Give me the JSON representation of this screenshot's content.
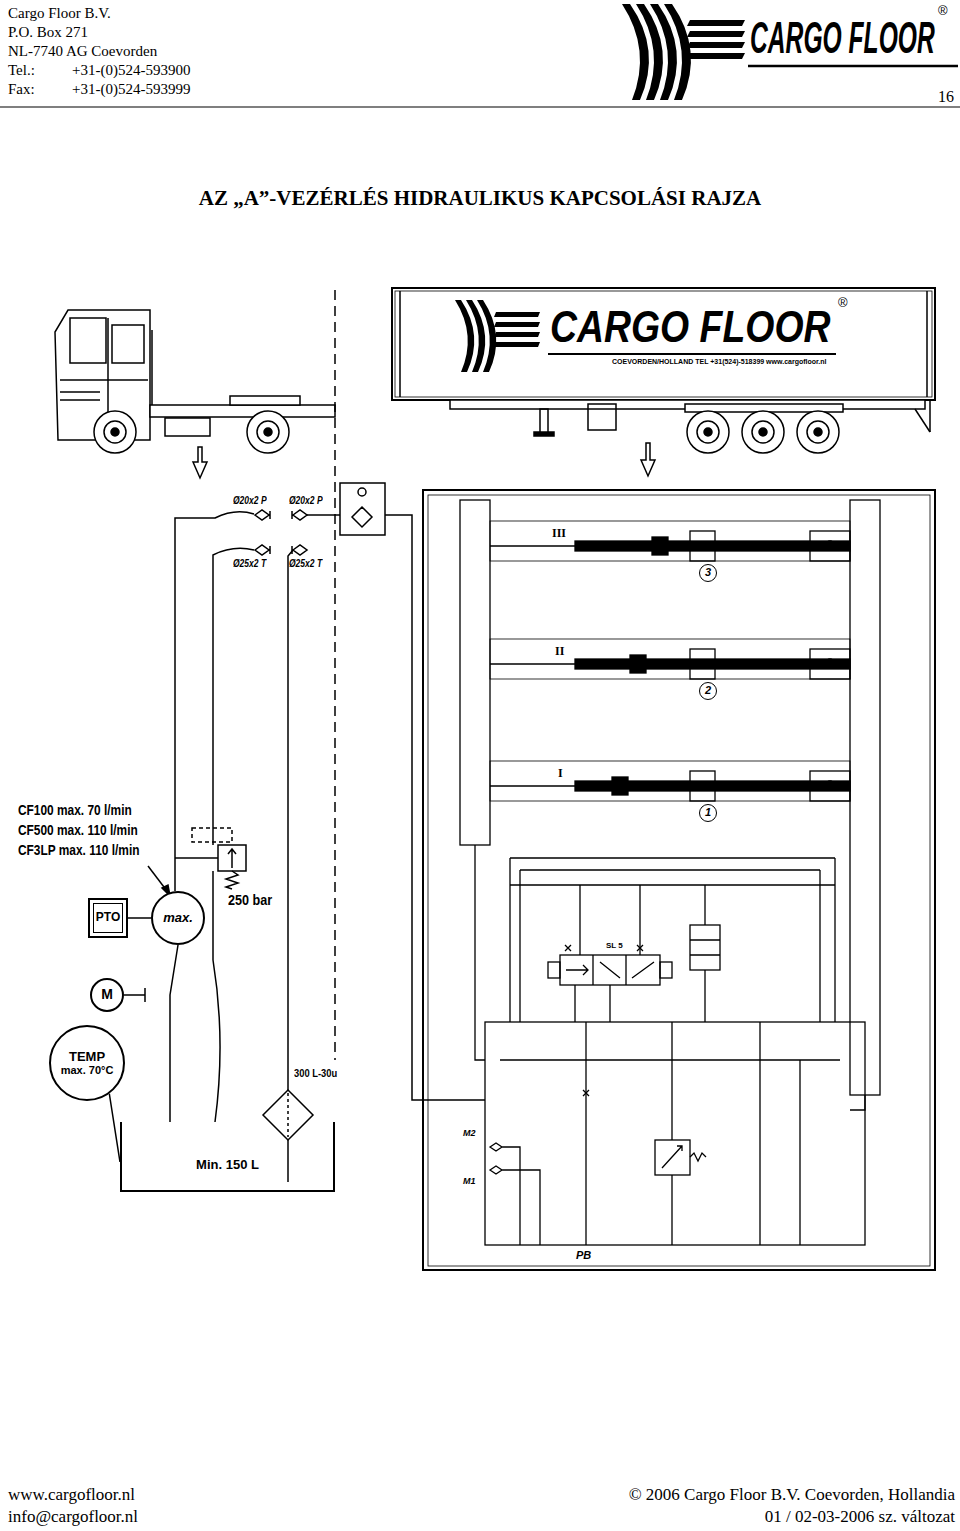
{
  "diagram": {
    "title": "AZ „A”-VEZÉRLÉS HIDRAULIKUS KAPCSOLÁSI RAJZA",
    "nodes": [
      {
        "text": [
          "PTO"
        ]
      },
      {
        "text": [
          "max."
        ]
      },
      {
        "text": [
          "M"
        ]
      },
      {
        "text": [
          "TEMP",
          "max. 70°C"
        ]
      },
      {
        "text": [
          "Min. 150 L"
        ]
      }
    ],
    "edges": [
      {
        "from": 0,
        "to": 1,
        "arrow": "none"
      },
      {
        "from": 3,
        "to": 4,
        "arrow": "none"
      },
      {
        "from": 1,
        "to": 4,
        "arrow": "none"
      }
    ],
    "labels": [
      "Cargo Floor B.V.",
      "P.O. Box 271",
      "NL-7740 AG Coevorden",
      "Tel.:",
      "+31-(0)524-593900",
      "Fax:",
      "+31-(0)524-593999",
      "CARGO FLOOR",
      "®",
      "16",
      "CARGO FLOOR",
      "®",
      "COEVORDEN/HOLLAND TEL +31(524)-518399 www.cargofloor.nl",
      "Ø20x2 P",
      "Ø20x2 P",
      "Ø25x2 T",
      "Ø25x2 T",
      "III",
      "II",
      "I",
      "3",
      "2",
      "1",
      "CF100 max. 70 l/min",
      "CF500 max. 110 l/min",
      "CF3LP max. 110 l/min",
      "250 bar",
      "300 L-30u",
      "SL 5",
      "M2",
      "M1",
      "PB",
      "www.cargofloor.nl",
      "info@cargofloor.nl",
      "© 2006 Cargo Floor B.V. Coevorden, Hollandia",
      "01 / 02-03-2006 sz. változat"
    ]
  }
}
